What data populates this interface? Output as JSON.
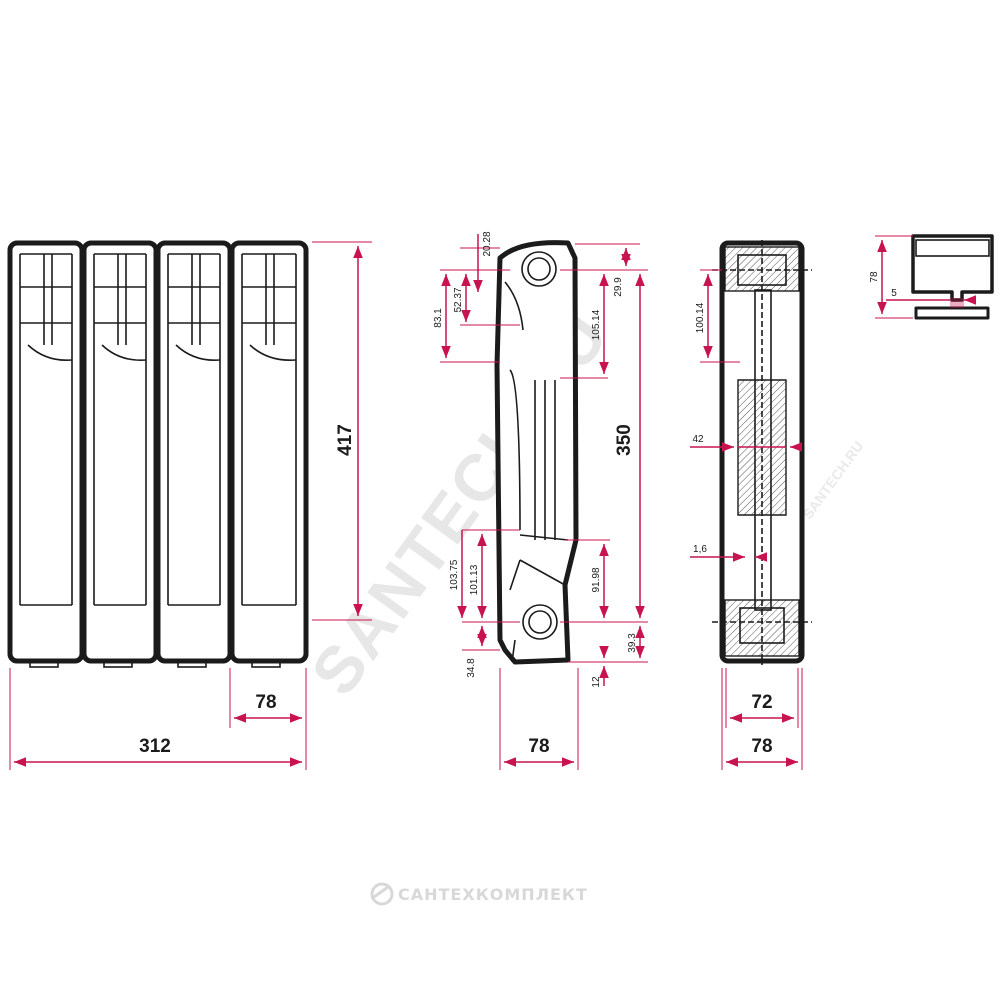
{
  "watermark": {
    "main": "SANTECH.RU",
    "small": "SANTECH.RU"
  },
  "brand": {
    "name": "САНТЕХКОМПЛЕКТ",
    "logo_icon": "brand-logo-icon"
  },
  "colors": {
    "dimension": "#c8134e",
    "outline": "#1b1b1b"
  },
  "dimensions": {
    "front": {
      "height": "417",
      "section_width": "78",
      "total_width": "312"
    },
    "side": {
      "top_offset": "20.28",
      "upper_a": "52.37",
      "upper_b": "83.1",
      "top_right": "29.9",
      "upper_right": "105.14",
      "axis_distance": "350",
      "lower_a": "103.75",
      "lower_b": "101.13",
      "lower_right": "91.98",
      "bottom_left": "34.8",
      "bottom_right": "39.3",
      "bottom_gap": "12",
      "depth": "78"
    },
    "section": {
      "upper": "100.14",
      "web": "42",
      "wall": "1,6",
      "inner_width": "72",
      "outer_width": "78"
    },
    "profile": {
      "height": "78",
      "gap": "5"
    }
  }
}
